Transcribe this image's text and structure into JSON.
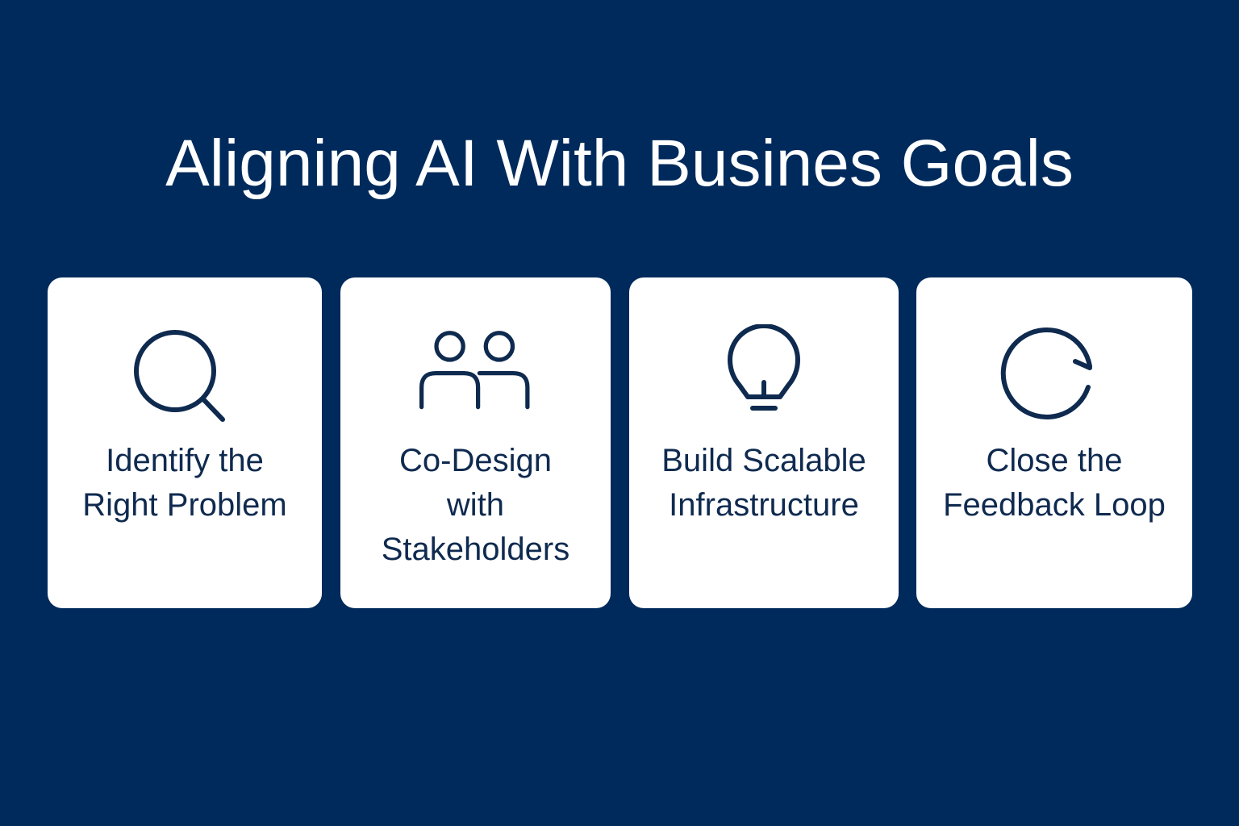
{
  "title": "Aligning AI With Busines Goals",
  "colors": {
    "background": "#002a5c",
    "card_background": "#ffffff",
    "icon_and_text": "#0f2a4f",
    "title_text": "#ffffff"
  },
  "cards": [
    {
      "icon": "search-icon",
      "label": "Identify the\nRight Problem"
    },
    {
      "icon": "users-icon",
      "label": "Co-Design\nwith\nStakeholders"
    },
    {
      "icon": "lightbulb-icon",
      "label": "Build Scalable\nInfrastructure"
    },
    {
      "icon": "refresh-loop-icon",
      "label": "Close the\nFeedback Loop"
    }
  ]
}
